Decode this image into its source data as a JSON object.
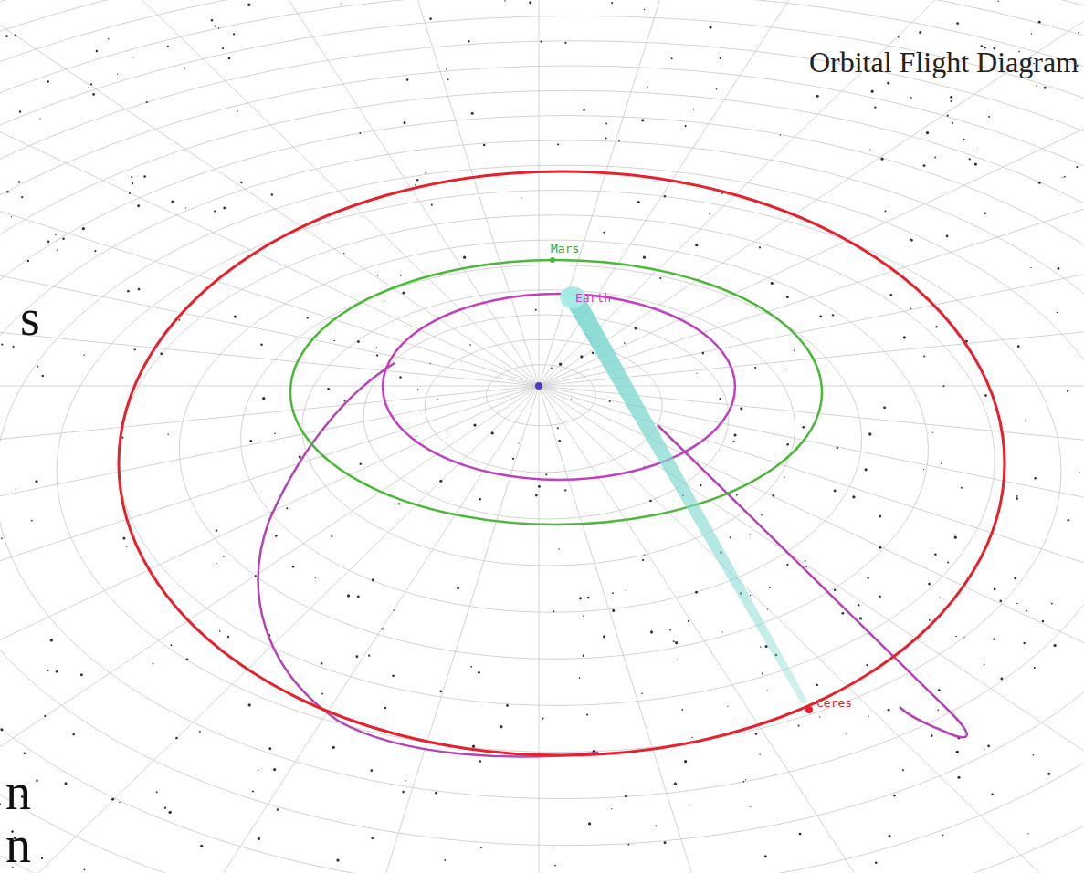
{
  "diagram": {
    "title": "Orbital Flight Diagram",
    "labels": [
      "Mars",
      "Earth",
      "Ceres",
      "s",
      "n",
      "n"
    ]
  }
}
